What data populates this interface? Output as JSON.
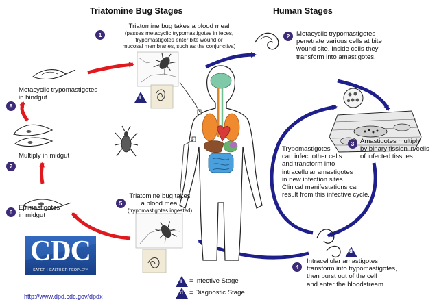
{
  "headers": {
    "triatomine": "Triatomine Bug Stages",
    "human": "Human Stages"
  },
  "stages": [
    {
      "n": "1",
      "line1": "Triatomine bug takes a blood meal",
      "detail": [
        "(passes metacyclic trypomastigotes in feces,",
        "trypomastigotes enter bite wound or",
        "mucosal membranes, such as the conjunctiva)"
      ]
    },
    {
      "n": "2",
      "lines": [
        "Metacyclic trypomastigotes",
        "penetrate various cells at bite",
        "wound site.  Inside cells they",
        "transform into amastigotes."
      ]
    },
    {
      "n": "3",
      "lines": [
        "Amastigotes multiply",
        "by binary fission in cells",
        "of infected tissues."
      ]
    },
    {
      "n": "4",
      "lines": [
        "Intracellular amastigotes",
        "transform into trypomastigotes,",
        "then burst out of the cell",
        "and enter the bloodstream."
      ]
    },
    {
      "n": "5",
      "lines": [
        "Triatomine bug takes",
        "a blood meal"
      ],
      "detail": "(trypomastigotes ingested)"
    },
    {
      "n": "6",
      "lines": [
        "Epimastigotes",
        "in midgut"
      ]
    },
    {
      "n": "7",
      "lines": [
        "Multiply in midgut"
      ]
    },
    {
      "n": "8",
      "lines": [
        "Metacyclic trypomastigotes",
        "in hindgut"
      ]
    }
  ],
  "center_text": [
    "Trypomastigotes",
    "can infect other cells",
    "and transform into",
    "intracellular amastigotes",
    "in new infection sites.",
    "Clinical manifestations can",
    "result from this infective cycle."
  ],
  "legend": {
    "infective_symbol": "i",
    "infective_label": "= Infective Stage",
    "diagnostic_symbol": "d",
    "diagnostic_label": "= Diagnostic Stage"
  },
  "logo": {
    "text": "CDC",
    "tagline": "SAFER·HEALTHIER·PEOPLE™"
  },
  "url": "http://www.dpd.cdc.gov/dpdx",
  "colors": {
    "blue_arrow": "#1f1f8c",
    "red_arrow": "#e0191f",
    "number_badge": "#3d2b78",
    "logo_blue": "#1f4e9c"
  }
}
